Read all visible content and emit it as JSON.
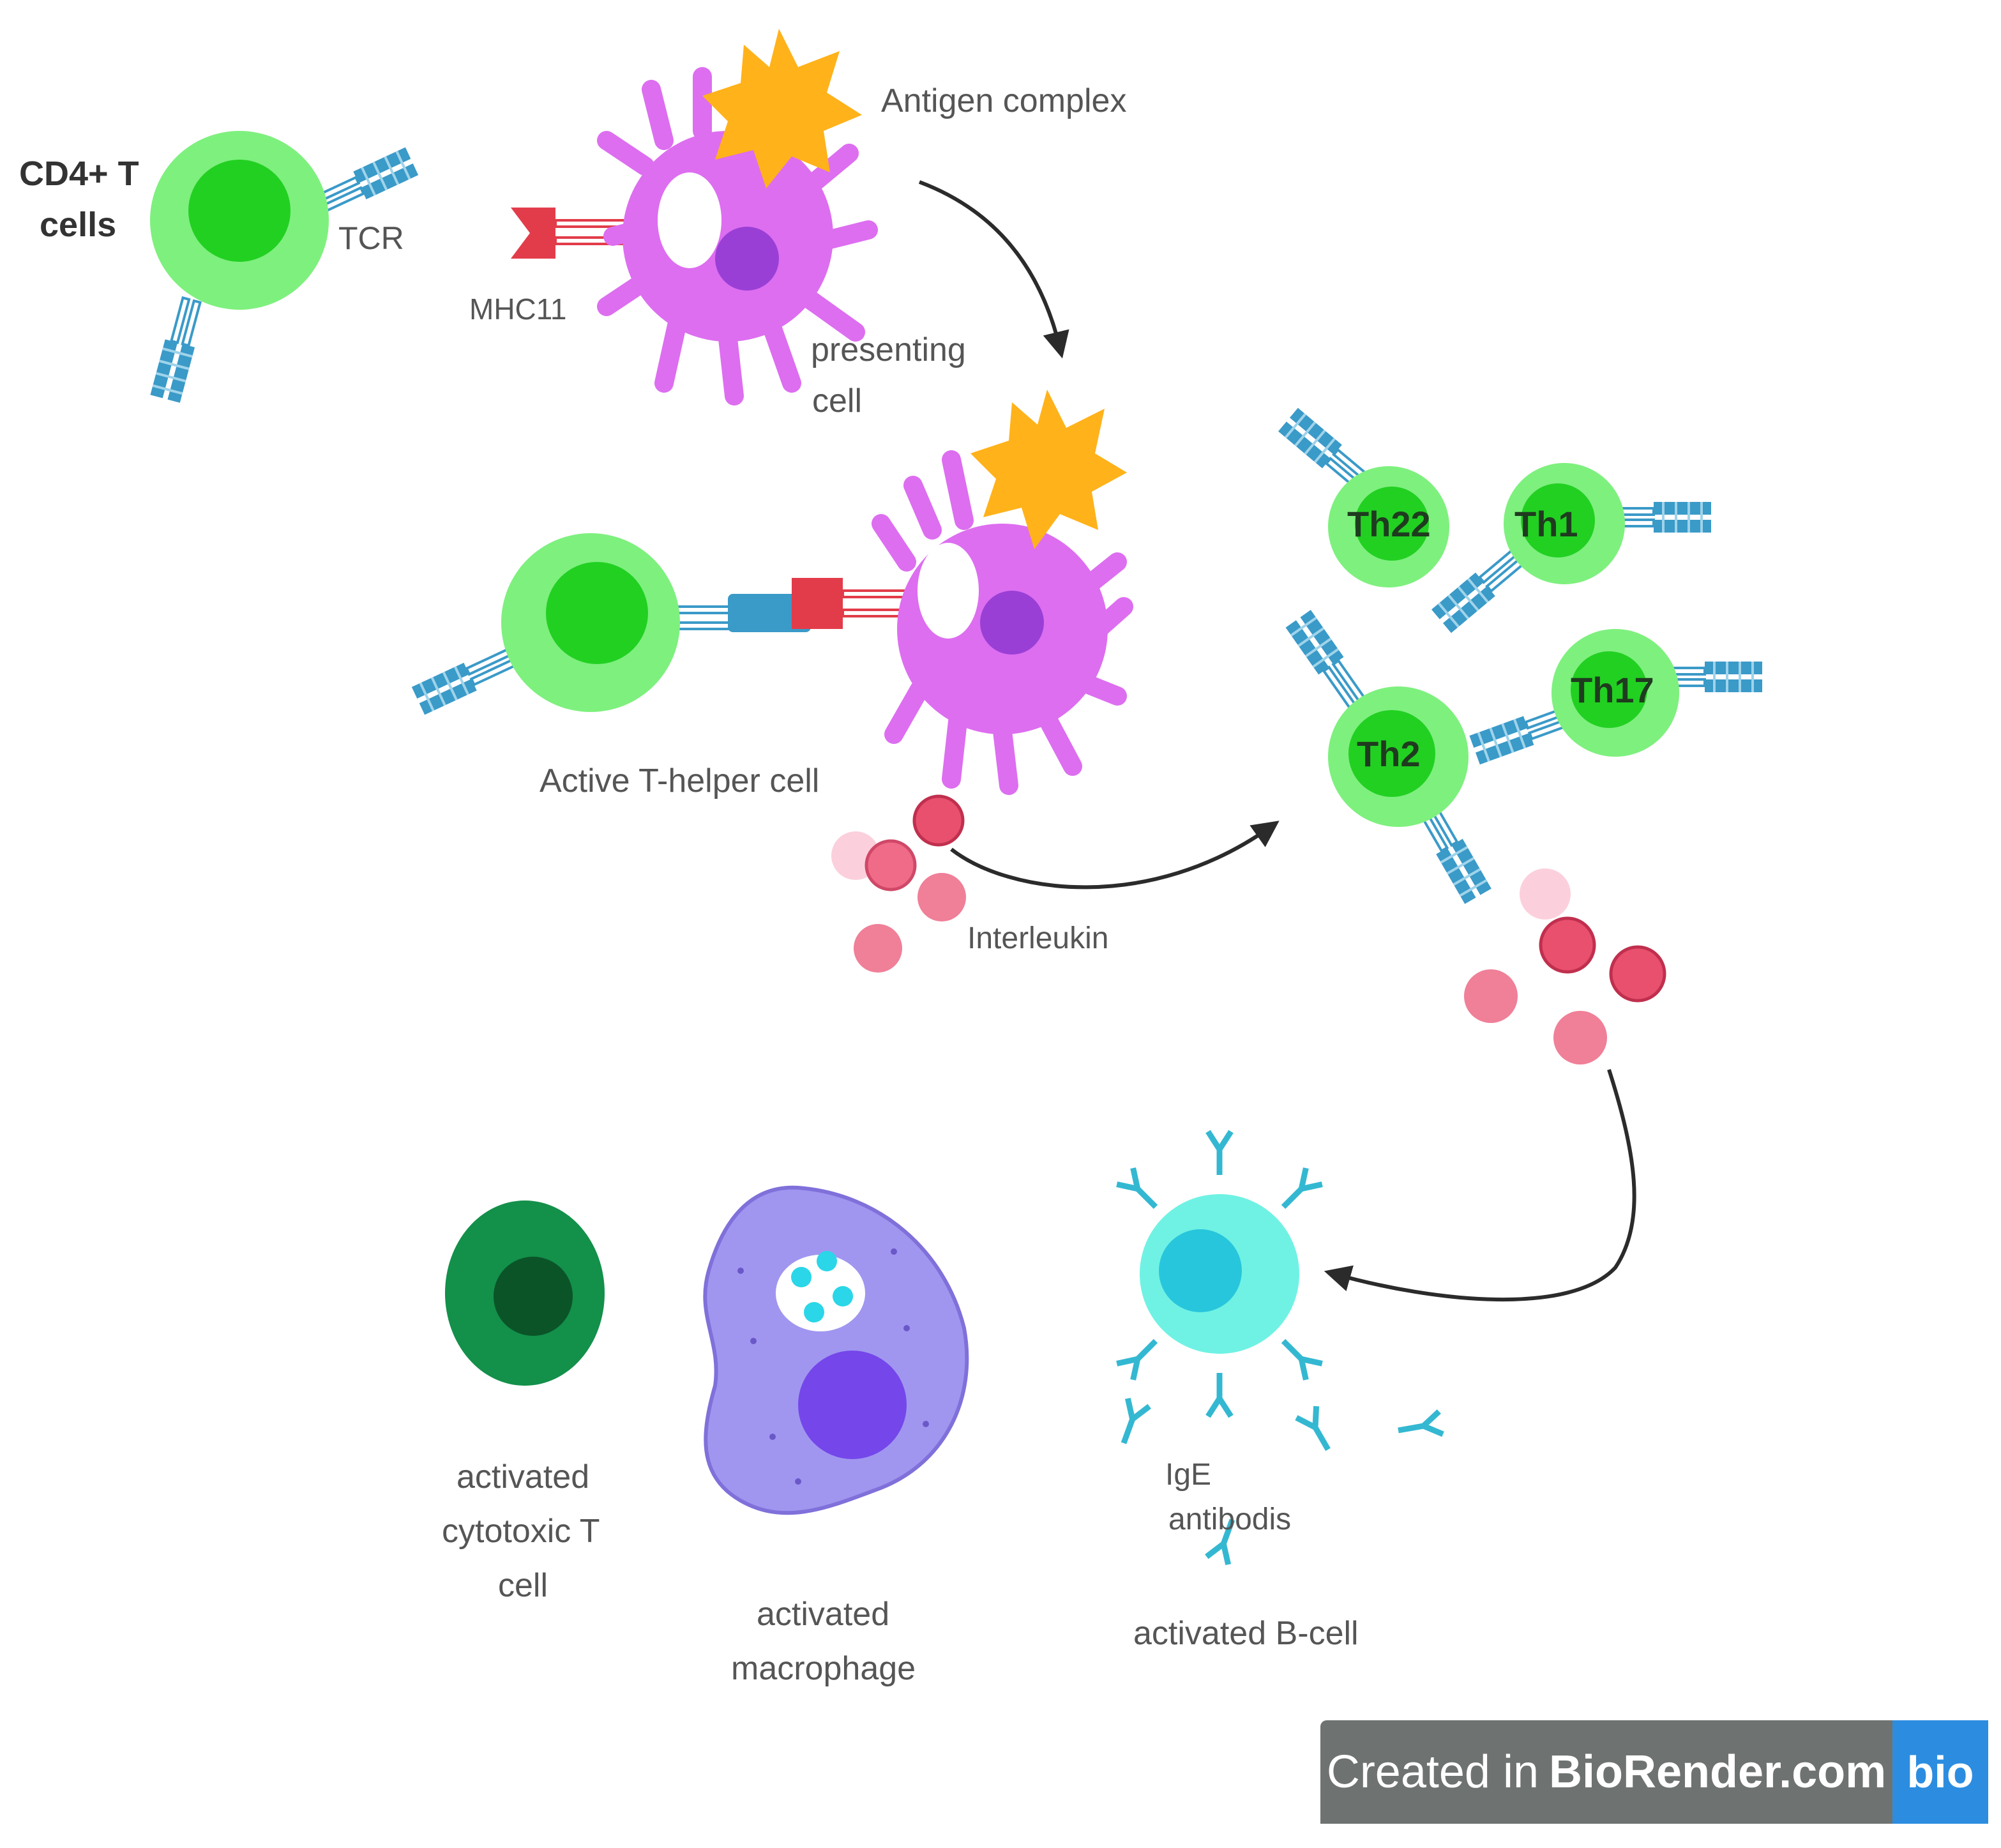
{
  "labels": {
    "cd4_line1": "CD4+ T",
    "cd4_line2": "cells",
    "tcr": "TCR",
    "mhc": "MHC11",
    "antigen_complex": "Antigen complex",
    "presenting_line1": "presenting",
    "presenting_line2": "cell",
    "active_helper": "Active T-helper cell",
    "interleukin": "Interleukin",
    "th22": "Th22",
    "th1": "Th1",
    "th2": "Th2",
    "th17": "Th17",
    "ige_line1": "IgE",
    "ige_line2": "antibodis",
    "bcell": "activated B-cell",
    "cyto_line1": "activated",
    "cyto_line2": "cytotoxic T",
    "cyto_line3": "cell",
    "macro_line1": "activated",
    "macro_line2": "macrophage"
  },
  "badge": {
    "prefix": "Created in",
    "brand": "BioRender.com",
    "logo": "bio"
  },
  "colors": {
    "t_cell_outer": "#7ef07e",
    "t_cell_inner": "#22d022",
    "apc": "#dd6ef0",
    "apc_inner": "#9a3fd6",
    "antigen": "#ffb21a",
    "mhc": "#e23c4a",
    "tcr": "#3a9ac8",
    "interleukin": "#f06a8a",
    "bcell_outer": "#6ff2e4",
    "bcell_inner": "#28c6dc",
    "cytotoxic_outer": "#13904a",
    "cytotoxic_inner": "#0a5428",
    "macrophage": "#a096f0",
    "macrophage_nucleus": "#7546ea"
  }
}
